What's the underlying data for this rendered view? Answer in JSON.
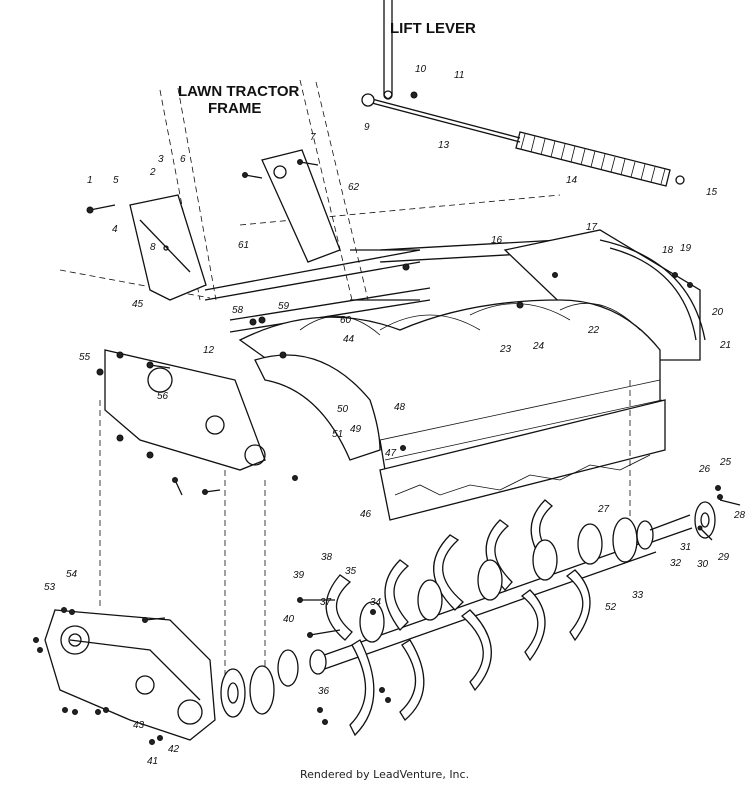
{
  "titles": {
    "lift_lever": "LIFT LEVER",
    "lawn_tractor_frame_1": "LAWN TRACTOR",
    "lawn_tractor_frame_2": "FRAME"
  },
  "credit": "Rendered by LeadVenture, Inc.",
  "watermark": "LEADVENTURE",
  "callouts": [
    "1",
    "2",
    "3",
    "4",
    "5",
    "6",
    "7",
    "8",
    "9",
    "10",
    "11",
    "12",
    "13",
    "14",
    "15",
    "16",
    "17",
    "18",
    "19",
    "20",
    "21",
    "22",
    "23",
    "24",
    "25",
    "26",
    "27",
    "28",
    "29",
    "30",
    "31",
    "32",
    "33",
    "34",
    "35",
    "36",
    "37",
    "38",
    "39",
    "40",
    "41",
    "42",
    "43",
    "44",
    "45",
    "46",
    "47",
    "48",
    "49",
    "50",
    "51",
    "52",
    "53",
    "54",
    "55",
    "56",
    "58",
    "59",
    "60",
    "61",
    "62"
  ]
}
